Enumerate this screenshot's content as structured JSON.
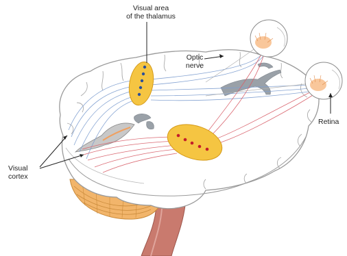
{
  "labels": {
    "thalamus_line1": "Visual area",
    "thalamus_line2": "of the thalamus",
    "optic_line1": "Optic",
    "optic_line2": "nerve",
    "retina": "Retina",
    "cortex_line1": "Visual",
    "cortex_line2": "cortex"
  },
  "colors": {
    "brain_fill": "#ffffff",
    "brain_outline": "#9a9a9a",
    "nucleus_fill": "#f5c542",
    "nucleus_stroke": "#d49a1a",
    "blue_fibers": "#7f9fd0",
    "red_fibers": "#d8606a",
    "blue_dots": "#2a4f9a",
    "red_dots": "#c41e2a",
    "cerebellum": "#f2b56b",
    "brainstem": "#c97a6e",
    "ventricle": "#9aa1a8",
    "retina_glow": "#f7b47a"
  }
}
